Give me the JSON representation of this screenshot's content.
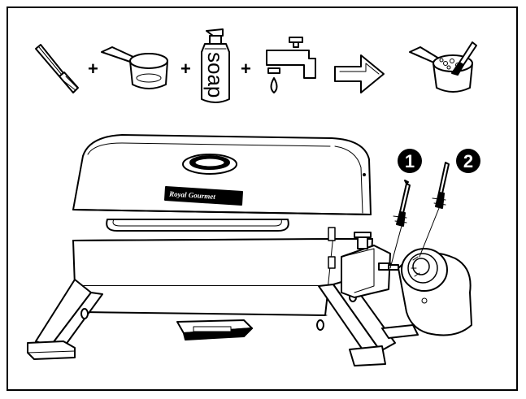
{
  "supplies_row": {
    "items": [
      {
        "icon": "brush-icon"
      },
      {
        "icon": "saucepan-icon"
      },
      {
        "icon": "soap-bottle-icon",
        "label": "soap"
      },
      {
        "icon": "water-faucet-icon"
      }
    ],
    "plus_sign": "+",
    "result_icon": "soapy-water-pan-with-brush-icon"
  },
  "steps": {
    "step1": {
      "number": "1"
    },
    "step2": {
      "number": "2"
    }
  },
  "grill": {
    "brand_logo": "Royal Gourmet"
  },
  "colors": {
    "line": "#000000",
    "background": "#ffffff"
  }
}
